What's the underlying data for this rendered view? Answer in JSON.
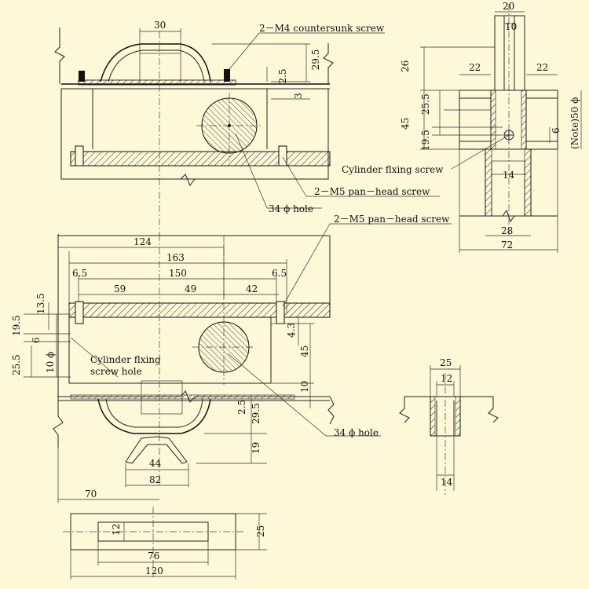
{
  "dimensions": {
    "top_handle_width": "30",
    "top_29_5": "29.5",
    "top_2_5": "2.5",
    "top_3": "3",
    "side_20": "20",
    "side_10": "10",
    "side_22_left": "22",
    "side_22_right": "22",
    "side_26": "26",
    "side_45": "45",
    "side_25_5": "25.5",
    "side_19_5": "19.5",
    "side_6": "6",
    "side_14": "14",
    "side_28": "28",
    "side_72": "72",
    "side_note_50": "(Note)50 ϕ",
    "main_124": "124",
    "main_163": "163",
    "main_150": "150",
    "main_6_5_left": "6.5",
    "main_6_5_right": "6.5",
    "main_59": "59",
    "main_49": "49",
    "main_42": "42",
    "main_13_5": "13.5",
    "main_19_5": "19.5",
    "main_6": "6",
    "main_25_5": "25.5",
    "main_10_phi": "10 ϕ",
    "main_4_3": "4.3",
    "main_45": "45",
    "main_10": "10",
    "main_2_5": "2.5",
    "main_29_5": "29.5",
    "main_19": "19",
    "main_44": "44",
    "main_82": "82",
    "main_70": "70",
    "plate_12": "12",
    "plate_25": "25",
    "plate_76": "76",
    "plate_120": "120",
    "channel_25": "25",
    "channel_12": "12",
    "channel_14": "14"
  },
  "labels": {
    "m4_screw": "2－M4 countersunk screw",
    "m5_screw_top": "2－M5 pan－head screw",
    "hole_top": "34 ϕ hole",
    "m5_screw_main": "2－M5 pan－head screw",
    "cyl_screw": "Cylinder flxing screw",
    "cyl_hole_line1": "Cylinder flxing",
    "cyl_hole_line2": "screw hole",
    "hole_main": "34 ϕ hole"
  }
}
